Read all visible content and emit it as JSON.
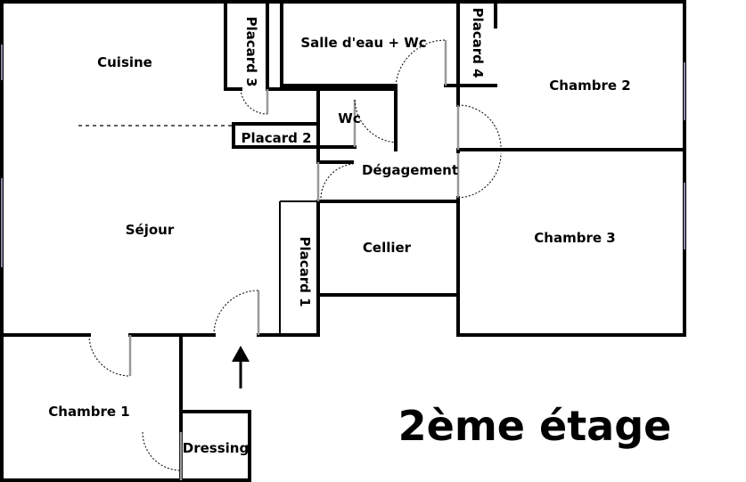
{
  "rooms": {
    "cuisine": "Cuisine",
    "sejour": "Séjour",
    "placard3": "Placard 3",
    "salle_eau": "Salle d'eau + Wc",
    "placard4": "Placard 4",
    "chambre2": "Chambre 2",
    "wc": "Wc",
    "placard2": "Placard 2",
    "degagement": "Dégagement",
    "chambre3": "Chambre 3",
    "cellier": "Cellier",
    "placard1": "Placard 1",
    "chambre1": "Chambre 1",
    "dressing": "Dressing"
  },
  "floor_label": "2ème étage"
}
